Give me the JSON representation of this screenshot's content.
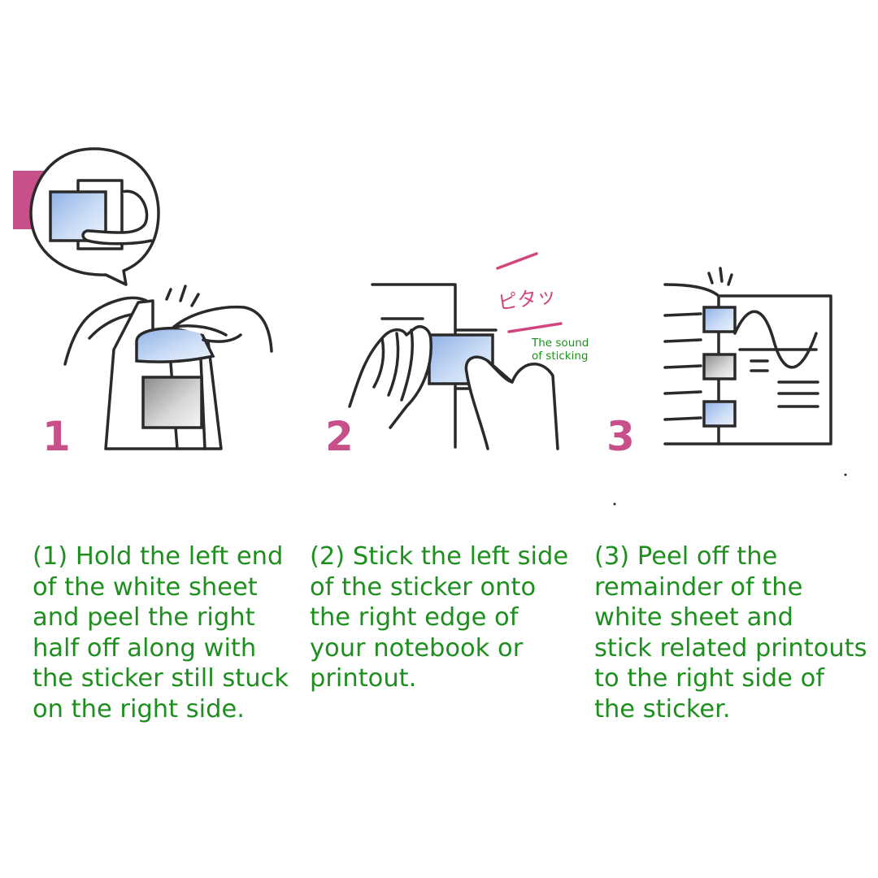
{
  "steps": [
    {
      "number": "1",
      "caption": "(1) Hold the left end\nof the white sheet\nand peel the right\nhalf off along with\nthe sticker still stuck\non the right side."
    },
    {
      "number": "2",
      "caption": "(2) Stick the left side\nof the sticker onto\nthe right edge of\nyour notebook or\nprintout.",
      "sound_effect": "ピタッ",
      "sound_note": "The sound\nof sticking"
    },
    {
      "number": "3",
      "caption": "(3) Peel off the\nremainder of the\nwhite sheet and\nstick related printouts\nto the right side of\nthe sticker."
    }
  ],
  "colors": {
    "accent_pink": "#c8508a",
    "caption_green": "#1e8f1e",
    "sticker_blue": "#a9c4ea",
    "ink": "#2a2a2a"
  }
}
